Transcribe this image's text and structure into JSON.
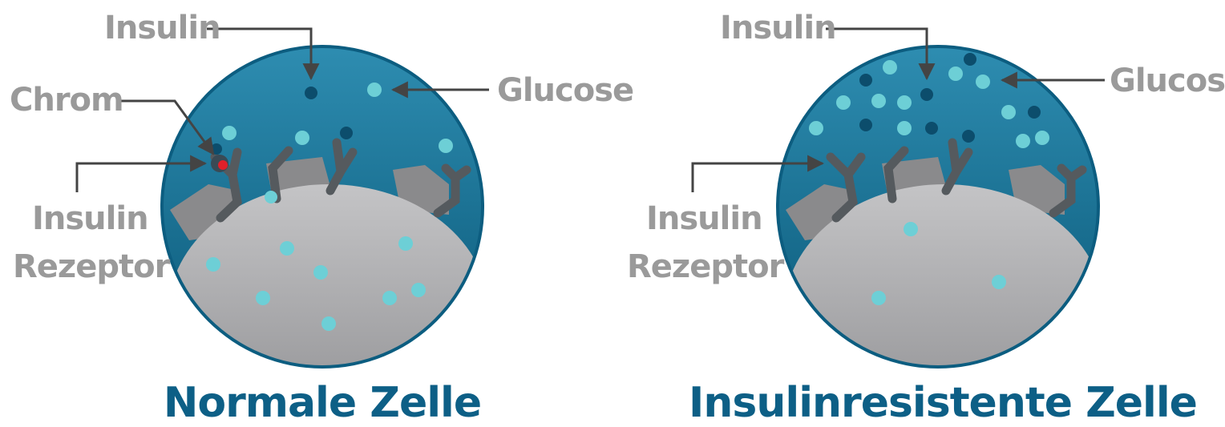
{
  "colors": {
    "label_gray": "#9a9a9a",
    "caption_blue": "#0d5f86",
    "cell_blue_top": "#2b87ab",
    "cell_blue_bottom": "#0b5c7e",
    "glucose": "#6dcfd6",
    "insulin": "#0c4d6c",
    "chromium": "#e0202a",
    "receptor": "#555a5e",
    "cytoplasm": "#a9a9ab"
  },
  "normal_cell": {
    "insulin_label": "Insulin",
    "chrom_label": "Chrom",
    "glucose_label": "Glucose",
    "receptor_label_line1": "Insulin",
    "receptor_label_line2": "Rezeptor",
    "caption": "Normale Zelle"
  },
  "resistant_cell": {
    "insulin_label": "Insulin",
    "glucose_label": "Glucose",
    "receptor_label_line1": "Insulin",
    "receptor_label_line2": "Rezeptor",
    "caption": "Insulinresistente Zelle"
  }
}
